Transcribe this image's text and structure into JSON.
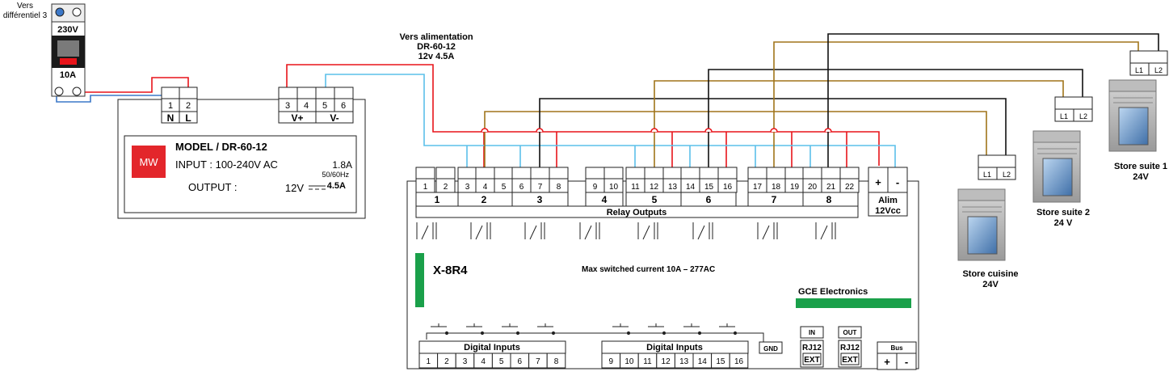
{
  "breaker": {
    "caption_line1": "Vers",
    "caption_line2": "différentiel 3",
    "voltage": "230V",
    "rating": "10A"
  },
  "psu": {
    "terminals": [
      "1",
      "2",
      "3",
      "4",
      "5",
      "6"
    ],
    "ac_labels": [
      "N",
      "L"
    ],
    "dc_labels": [
      "V+",
      "V-"
    ],
    "logo": "MW",
    "model": "MODEL / DR-60-12",
    "input_label": "INPUT : 100-240V AC",
    "input_current": "1.8A",
    "frequency": "50/60Hz",
    "output_label": "OUTPUT :",
    "output_voltage": "12V",
    "output_current": "4.5A"
  },
  "supply_note": {
    "line1": "Vers alimentation",
    "line2": "DR-60-12",
    "line3": "12v 4.5A"
  },
  "module": {
    "name": "X-8R4",
    "relay_terminals": [
      "1",
      "2",
      "3",
      "4",
      "5",
      "6",
      "7",
      "8",
      "9",
      "10",
      "11",
      "12",
      "13",
      "14",
      "15",
      "16",
      "17",
      "18",
      "19",
      "20",
      "21",
      "22"
    ],
    "relay_groups": [
      "1",
      "2",
      "3",
      "4",
      "5",
      "6",
      "7",
      "8"
    ],
    "relay_title": "Relay Outputs",
    "alim_signs": [
      "+",
      "-"
    ],
    "alim_line1": "Alim",
    "alim_line2": "12Vcc",
    "max_current": "Max switched current 10A – 277AC",
    "brand": "GCE Electronics",
    "inputs_title_1": "Digital Inputs",
    "inputs_title_2": "Digital Inputs",
    "inputs_1": [
      "1",
      "2",
      "3",
      "4",
      "5",
      "6",
      "7",
      "8"
    ],
    "inputs_2": [
      "9",
      "10",
      "11",
      "12",
      "13",
      "14",
      "15",
      "16"
    ],
    "gnd": "GND",
    "rj_in": {
      "label": "IN",
      "name": "RJ12",
      "ext": "EXT"
    },
    "rj_out": {
      "label": "OUT",
      "name": "RJ12",
      "ext": "EXT"
    },
    "bus": {
      "label": "Bus",
      "signs": [
        "+",
        "-"
      ]
    }
  },
  "shutters": [
    {
      "name": "Store cuisine",
      "voltage": "24V",
      "terminals": [
        "L1",
        "L2"
      ]
    },
    {
      "name": "Store suite 2",
      "voltage": "24 V",
      "terminals": [
        "L1",
        "L2"
      ]
    },
    {
      "name": "Store suite 1",
      "voltage": "24V",
      "terminals": [
        "L1",
        "L2"
      ]
    }
  ],
  "colors": {
    "phase": "#e8141a",
    "neutral": "#3c78c8",
    "dc_minus": "#5bc0ea",
    "motor_brown": "#a0741a",
    "motor_black": "#111111",
    "brand_green": "#1aa04a",
    "logo_red": "#e3262b"
  }
}
